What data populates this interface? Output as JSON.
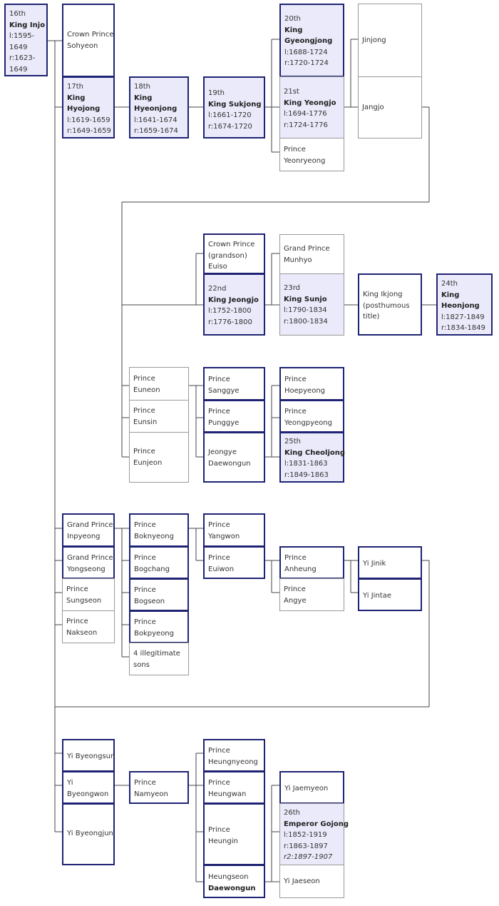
{
  "nodes": {
    "injo": [
      "16th",
      "King Injo",
      "l:1595-",
      "1649",
      "r:1623-",
      "1649"
    ],
    "sohyeon": [
      "Crown Prince",
      "Sohyeon"
    ],
    "hyojong": [
      "17th",
      "King",
      "Hyojong",
      "l:1619-1659",
      "r:1649-1659"
    ],
    "hyeonjong": [
      "18th",
      "King",
      "Hyeonjong",
      "l:1641-1674",
      "r:1659-1674"
    ],
    "sukjong": [
      "19th",
      "King Sukjong",
      "l:1661-1720",
      "r:1674-1720"
    ],
    "gyeongjong": [
      "20th",
      "King",
      "Gyeongjong",
      "l:1688-1724",
      "r:1720-1724"
    ],
    "yeongjo": [
      "21st",
      "King Yeongjo",
      "l:1694-1776",
      "r:1724-1776"
    ],
    "yeonryeong": [
      "Prince",
      "Yeonryeong"
    ],
    "jinjong": [
      "Jinjong"
    ],
    "jangjo": [
      "Jangjo"
    ],
    "euiso": [
      "Crown Prince",
      "(grandson)",
      "Euiso"
    ],
    "jeongjo": [
      "22nd",
      "King Jeongjo",
      "l:1752-1800",
      "r:1776-1800"
    ],
    "munhyo": [
      "Grand Prince",
      "Munhyo"
    ],
    "sunjo": [
      "23rd",
      "King Sunjo",
      "l:1790-1834",
      "r:1800-1834"
    ],
    "ikjong": [
      "King Ikjong",
      "(posthumous",
      "title)"
    ],
    "heonjong": [
      "24th",
      "King",
      "Heonjong",
      "l:1827-1849",
      "r:1834-1849"
    ],
    "euneon": [
      "Prince",
      "Euneon"
    ],
    "eunsin": [
      "Prince",
      "Eunsin"
    ],
    "eunjeon": [
      "Prince",
      "Eunjeon"
    ],
    "sanggye": [
      "Prince",
      "Sanggye"
    ],
    "punggye": [
      "Prince",
      "Punggye"
    ],
    "jeongye": [
      "Jeongye",
      "Daewongun"
    ],
    "hoepyeong": [
      "Prince",
      "Hoepyeong"
    ],
    "yeongpyeong": [
      "Prince",
      "Yeongpyeong"
    ],
    "cheoljong": [
      "25th",
      "King Cheoljong",
      "l:1831-1863",
      "r:1849-1863"
    ],
    "inpyeong": [
      "Grand Prince",
      "Inpyeong"
    ],
    "yongseong": [
      "Grand Prince",
      "Yongseong"
    ],
    "sungseon": [
      "Prince",
      "Sungseon"
    ],
    "nakseon": [
      "Prince",
      "Nakseon"
    ],
    "boknyeong": [
      "Prince",
      "Boknyeong"
    ],
    "bogchang": [
      "Prince",
      "Bogchang"
    ],
    "bogseon": [
      "Prince",
      "Bogseon"
    ],
    "bokpyeong": [
      "Prince",
      "Bokpyeong"
    ],
    "illegit": [
      "4 illegitimate",
      "sons"
    ],
    "yangwon": [
      "Prince",
      "Yangwon"
    ],
    "euiwon": [
      "Prince",
      "Euiwon"
    ],
    "anheung": [
      "Prince",
      "Anheung"
    ],
    "angye": [
      "Prince",
      "Angye"
    ],
    "jinik": [
      "Yi Jinik"
    ],
    "jintae": [
      "Yi Jintae"
    ],
    "byeongsun": [
      "Yi Byeongsun"
    ],
    "byeongwon": [
      "Yi",
      "Byeongwon"
    ],
    "byeongjun": [
      "Yi Byeongjun"
    ],
    "namyeon": [
      "Prince",
      "Namyeon"
    ],
    "heungnyeong": [
      "Prince",
      "Heungnyeong"
    ],
    "heungwan": [
      "Prince",
      "Heungwan"
    ],
    "heungin": [
      "Prince",
      "Heungin"
    ],
    "heungseon": [
      "Heungseon",
      "Daewongun"
    ],
    "jaemyeon": [
      "Yi Jaemyeon"
    ],
    "gojong": [
      "26th",
      "Emperor Gojong",
      "l:1852-1919",
      "r:1863-1897",
      "r2:1897-1907"
    ],
    "jaeseon": [
      "Yi Jaeseon"
    ]
  }
}
